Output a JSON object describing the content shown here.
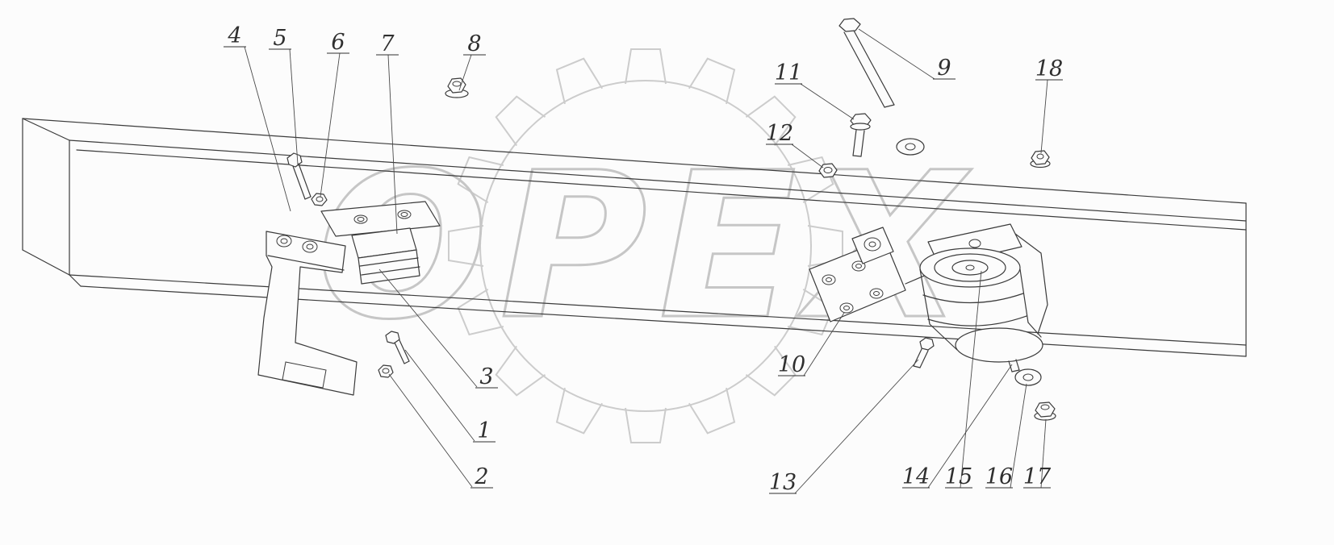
{
  "figure": {
    "watermark_text": "OPEX",
    "line_color": "#3b3b3b",
    "watermark_color": "#c9c9c9",
    "background_color": "#fcfcfc"
  },
  "callouts": [
    {
      "num": "1"
    },
    {
      "num": "2"
    },
    {
      "num": "3"
    },
    {
      "num": "4"
    },
    {
      "num": "5"
    },
    {
      "num": "6"
    },
    {
      "num": "7"
    },
    {
      "num": "8"
    },
    {
      "num": "9"
    },
    {
      "num": "10"
    },
    {
      "num": "11"
    },
    {
      "num": "12"
    },
    {
      "num": "13"
    },
    {
      "num": "14"
    },
    {
      "num": "15"
    },
    {
      "num": "16"
    },
    {
      "num": "17"
    },
    {
      "num": "18"
    }
  ]
}
